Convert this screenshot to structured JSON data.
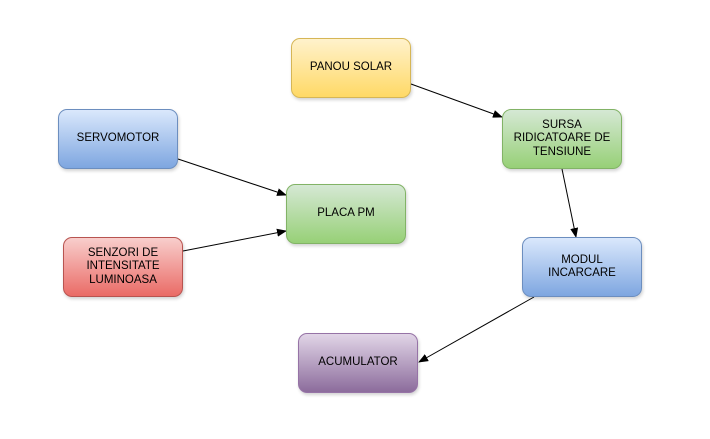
{
  "nodes": {
    "panou_solar": "PANOU SOLAR",
    "sursa": "SURSA\nRIDICATOARE DE\nTENSIUNE",
    "servomotor": "SERVOMOTOR",
    "placa_pm": "PLACA PM",
    "senzori": "SENZORI DE\nINTENSITATE\nLUMINOASA",
    "modul": "MODUL\nINCARCARE",
    "acumulator": "ACUMULATOR"
  },
  "colors": {
    "yellow": "#ffd966",
    "green": "#97d077",
    "blue": "#7ea6e0",
    "red": "#ea6b66",
    "purple": "#8c6c9c",
    "edge": "#000000"
  },
  "edges": [
    {
      "from": "panou_solar",
      "to": "sursa"
    },
    {
      "from": "sursa",
      "to": "modul"
    },
    {
      "from": "modul",
      "to": "acumulator"
    },
    {
      "from": "servomotor",
      "to": "placa_pm"
    },
    {
      "from": "senzori",
      "to": "placa_pm"
    }
  ]
}
